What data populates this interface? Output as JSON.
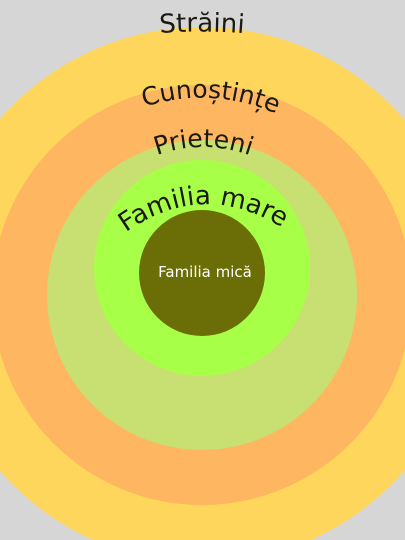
{
  "diagram": {
    "rings": [
      {
        "label": "Străini",
        "color": "#ffd65c"
      },
      {
        "label": "Cunoștințe",
        "color": "#ffb661"
      },
      {
        "label": "Prieteni",
        "color": "#c8df72"
      },
      {
        "label": "Familia mare",
        "color": "#a8ff47"
      },
      {
        "label": "Familia mică",
        "color": "#6b6e06"
      }
    ],
    "background": "#d6d6d6"
  }
}
